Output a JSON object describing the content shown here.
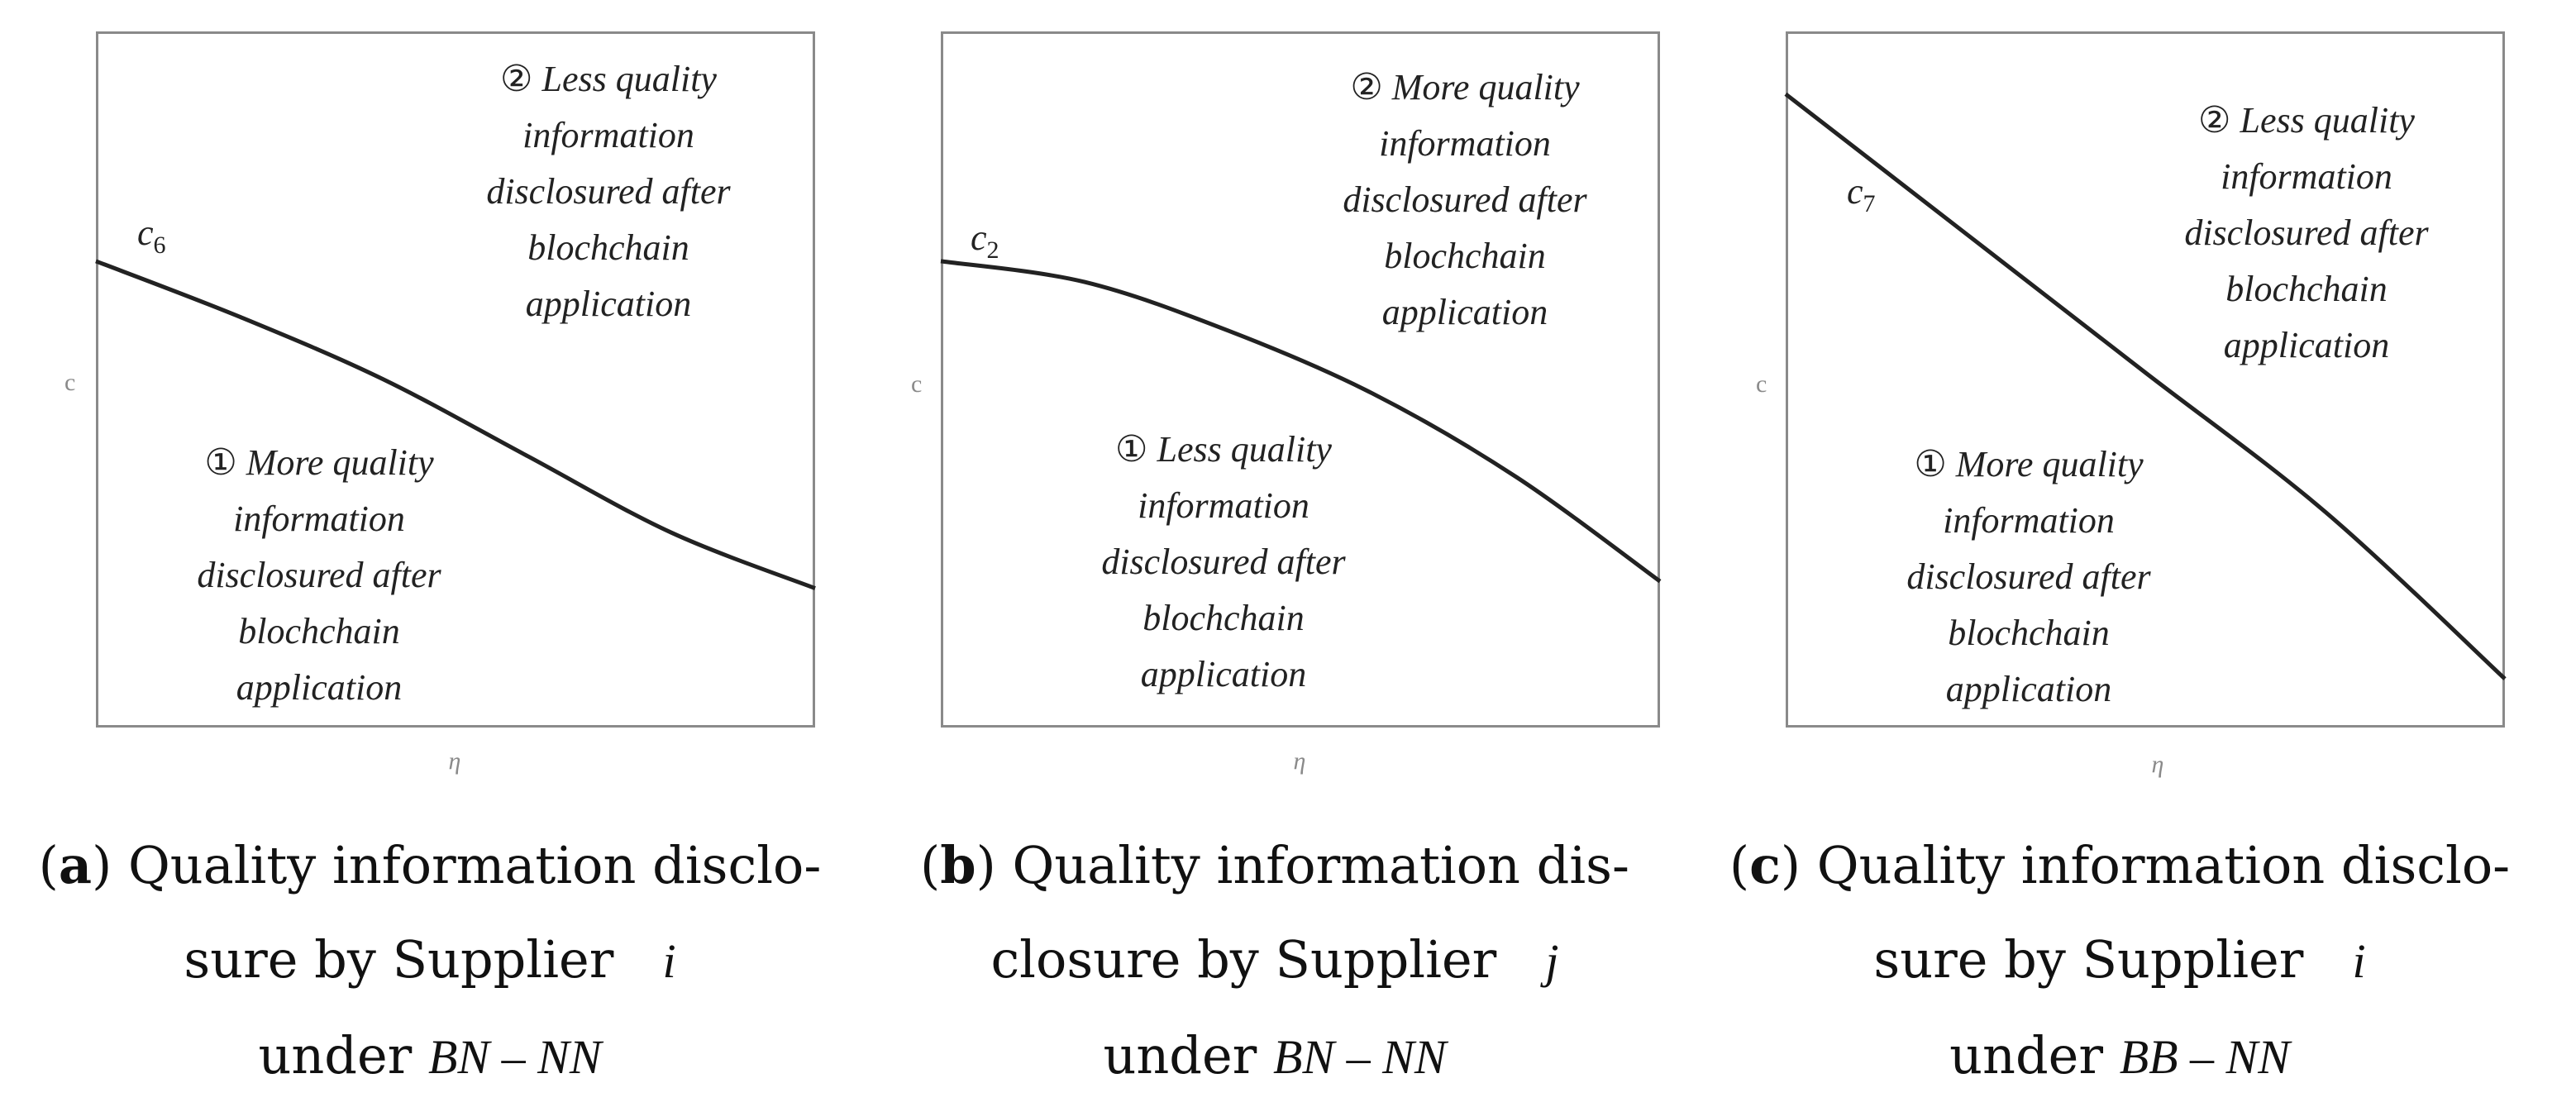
{
  "chart_data": [
    {
      "type": "line",
      "panel_letter": "a",
      "caption_main": "Quality information disclo-",
      "caption_line2": "sure by Supplier",
      "caption_symbol": "i",
      "caption_under": "under",
      "caption_model": "BN – NN",
      "xlabel": "η",
      "ylabel": "c",
      "curve_name": "c",
      "curve_sub": "6",
      "curve_shape": "slightly convex decreasing",
      "series": [
        {
          "name": "c6",
          "x": [
            0.0,
            0.2,
            0.4,
            0.6,
            0.8,
            1.0
          ],
          "y": [
            0.67,
            0.59,
            0.5,
            0.39,
            0.28,
            0.2
          ]
        }
      ],
      "xlim": [
        0,
        1
      ],
      "ylim": [
        0,
        1
      ],
      "regions": [
        {
          "marker": "②",
          "text": "Less quality\ninformation\ndisclosured after\nblochchain\napplication",
          "position": "above"
        },
        {
          "marker": "①",
          "text": "More quality\ninformation\ndisclosured after\nblochchain\napplication",
          "position": "below"
        }
      ]
    },
    {
      "type": "line",
      "panel_letter": "b",
      "caption_main": "Quality information dis-",
      "caption_line2": "closure by Supplier",
      "caption_symbol": "j",
      "caption_under": "under",
      "caption_model": "BN – NN",
      "xlabel": "η",
      "ylabel": "c",
      "curve_name": "c",
      "curve_sub": "2",
      "curve_shape": "concave decreasing",
      "series": [
        {
          "name": "c2",
          "x": [
            0.0,
            0.2,
            0.4,
            0.6,
            0.8,
            1.0
          ],
          "y": [
            0.67,
            0.64,
            0.57,
            0.48,
            0.36,
            0.21
          ]
        }
      ],
      "xlim": [
        0,
        1
      ],
      "ylim": [
        0,
        1
      ],
      "regions": [
        {
          "marker": "②",
          "text": "More quality\ninformation\ndisclosured after\nblochchain\napplication",
          "position": "above"
        },
        {
          "marker": "①",
          "text": "Less quality\ninformation\ndisclosured after\nblochchain\napplication",
          "position": "below"
        }
      ]
    },
    {
      "type": "line",
      "panel_letter": "c",
      "caption_main": "Quality information disclo-",
      "caption_line2": "sure by Supplier",
      "caption_symbol": "i",
      "caption_under": "under",
      "caption_model": "BB – NN",
      "xlabel": "η",
      "ylabel": "c",
      "curve_name": "c",
      "curve_sub": "7",
      "curve_shape": "linear decreasing",
      "series": [
        {
          "name": "c7",
          "x": [
            0.0,
            0.25,
            0.5,
            0.75,
            1.0
          ],
          "y": [
            0.91,
            0.71,
            0.51,
            0.31,
            0.07
          ]
        }
      ],
      "xlim": [
        0,
        1
      ],
      "ylim": [
        0,
        1
      ],
      "regions": [
        {
          "marker": "②",
          "text": "Less quality\ninformation\ndisclosured after\nblochchain\napplication",
          "position": "above"
        },
        {
          "marker": "①",
          "text": "More quality\ninformation\ndisclosured after\nblochchain\napplication",
          "position": "below"
        }
      ]
    }
  ],
  "colors": {
    "frame": "#8a8a8a",
    "curve": "#222222",
    "text": "#111111"
  }
}
